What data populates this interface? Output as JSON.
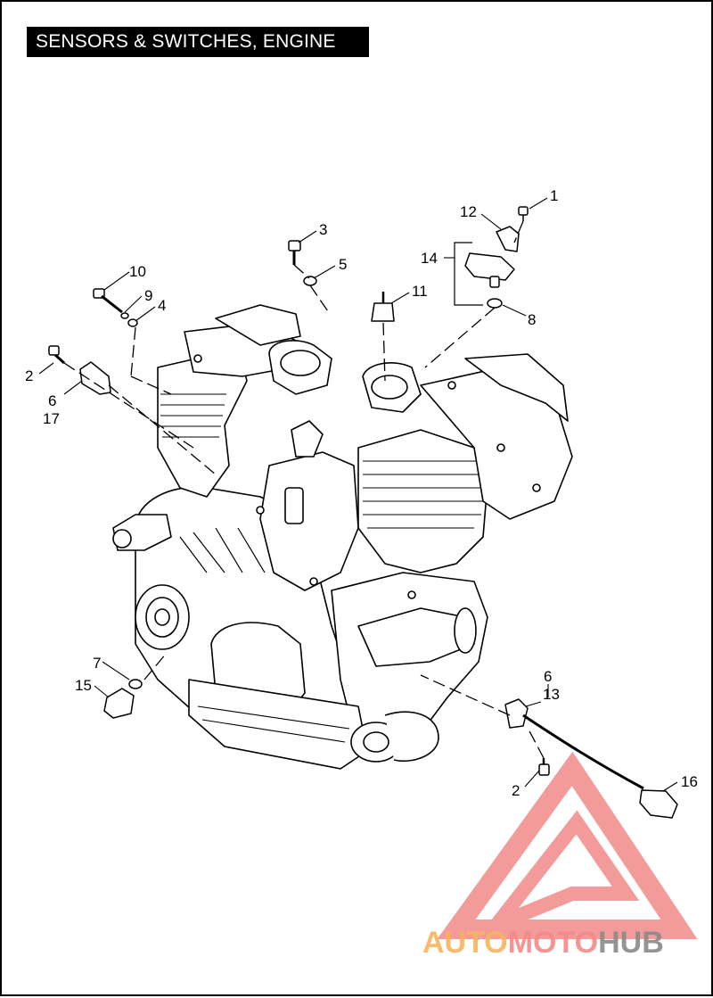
{
  "title": "SENSORS & SWITCHES, ENGINE",
  "callouts": [
    {
      "id": "c1",
      "label": "1"
    },
    {
      "id": "c12",
      "label": "12"
    },
    {
      "id": "c3",
      "label": "3"
    },
    {
      "id": "c14",
      "label": "14"
    },
    {
      "id": "c5",
      "label": "5"
    },
    {
      "id": "c10",
      "label": "10"
    },
    {
      "id": "c11",
      "label": "11"
    },
    {
      "id": "c9",
      "label": "9"
    },
    {
      "id": "c4",
      "label": "4"
    },
    {
      "id": "c8",
      "label": "8"
    },
    {
      "id": "c2a",
      "label": "2"
    },
    {
      "id": "c6a",
      "label": "6"
    },
    {
      "id": "c17",
      "label": "17"
    },
    {
      "id": "c6b",
      "label": "6"
    },
    {
      "id": "c7",
      "label": "7"
    },
    {
      "id": "c13",
      "label": "13"
    },
    {
      "id": "c15",
      "label": "15"
    },
    {
      "id": "c16",
      "label": "16"
    },
    {
      "id": "c2b",
      "label": "2"
    }
  ],
  "watermark": {
    "part1": "AUTO",
    "part2": "MOTO",
    "part3": "HUB",
    "color_primary": "#f28a8a",
    "color_secondary": "#f7b45c",
    "color_tertiary": "#8a8a8a"
  }
}
